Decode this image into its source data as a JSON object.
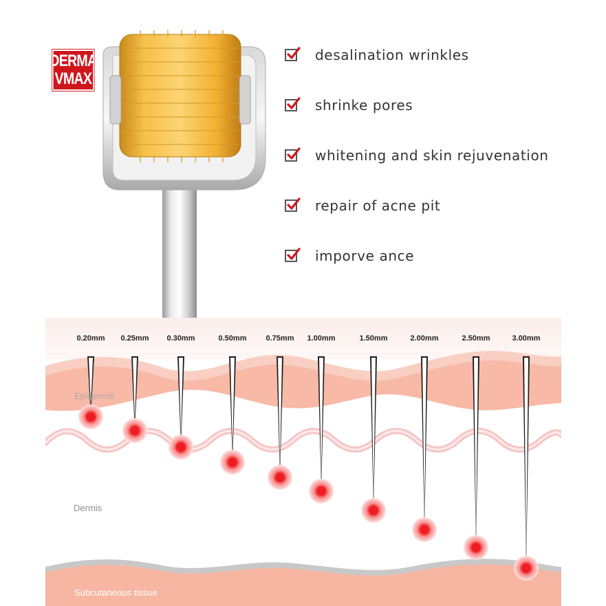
{
  "brand": {
    "line1": "DERMA",
    "line2": "VMAX",
    "color": "#d0161d"
  },
  "benefits": [
    {
      "label": "desalination wrinkles",
      "icon": "checked-box-icon"
    },
    {
      "label": "shrinke pores",
      "icon": "checked-box-icon"
    },
    {
      "label": "whitening and skin rejuvenation",
      "icon": "checked-box-icon"
    },
    {
      "label": "repair of acne pit",
      "icon": "checked-box-icon"
    },
    {
      "label": "imporve ance",
      "icon": "checked-box-icon"
    }
  ],
  "skin_layers": {
    "epidermis": "Epidermis",
    "dermis": "Dermis",
    "subcutaneous": "Subcutaneous tissue"
  },
  "needle_depths": [
    "0.20mm",
    "0.25mm",
    "0.30mm",
    "0.50mm",
    "0.75mm",
    "1.00mm",
    "1.50mm",
    "2.00mm",
    "2.50mm",
    "3.00mm"
  ],
  "colors": {
    "check": "#d0161d",
    "roller_gold": "#f0b330",
    "epidermis": "#f6b7a4",
    "dermis_wave": "#f6c5c5",
    "subcutaneous": "#f5b7a2",
    "dot": "#ee1d23"
  }
}
